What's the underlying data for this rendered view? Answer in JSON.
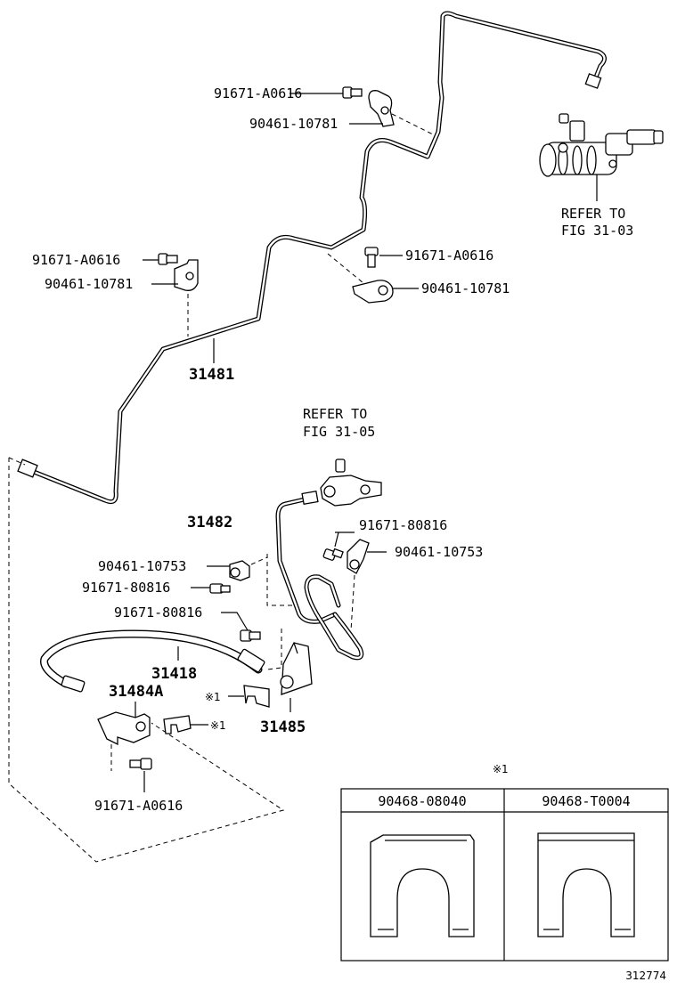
{
  "labels": {
    "top_bolt": "91671-A0616",
    "top_clamp": "90461-10781",
    "refer_31_03_line1": "REFER TO",
    "refer_31_03_line2": "FIG 31-03",
    "mid_bolt": "91671-A0616",
    "mid_clamp": "90461-10781",
    "left_bolt": "91671-A0616",
    "left_clamp": "90461-10781",
    "tube_31481": "31481",
    "refer_31_05_line1": "REFER TO",
    "refer_31_05_line2": "FIG 31-05",
    "tube_31482": "31482",
    "right_bolt_80816": "91671-80816",
    "right_clamp_10753": "90461-10753",
    "left_clamp_10753": "90461-10753",
    "left_bolt_80816": "91671-80816",
    "hose_bolt_80816": "91671-80816",
    "hose_31418": "31418",
    "bracket_31484A": "31484A",
    "clip_mark_a": "※1",
    "clip_mark_b": "※1",
    "bracket_31485": "31485",
    "bottom_bolt": "91671-A0616",
    "table_mark": "※1",
    "diagram_id": "312774"
  },
  "clip_table": {
    "columns": [
      "90468-08040",
      "90468-T0004"
    ]
  }
}
